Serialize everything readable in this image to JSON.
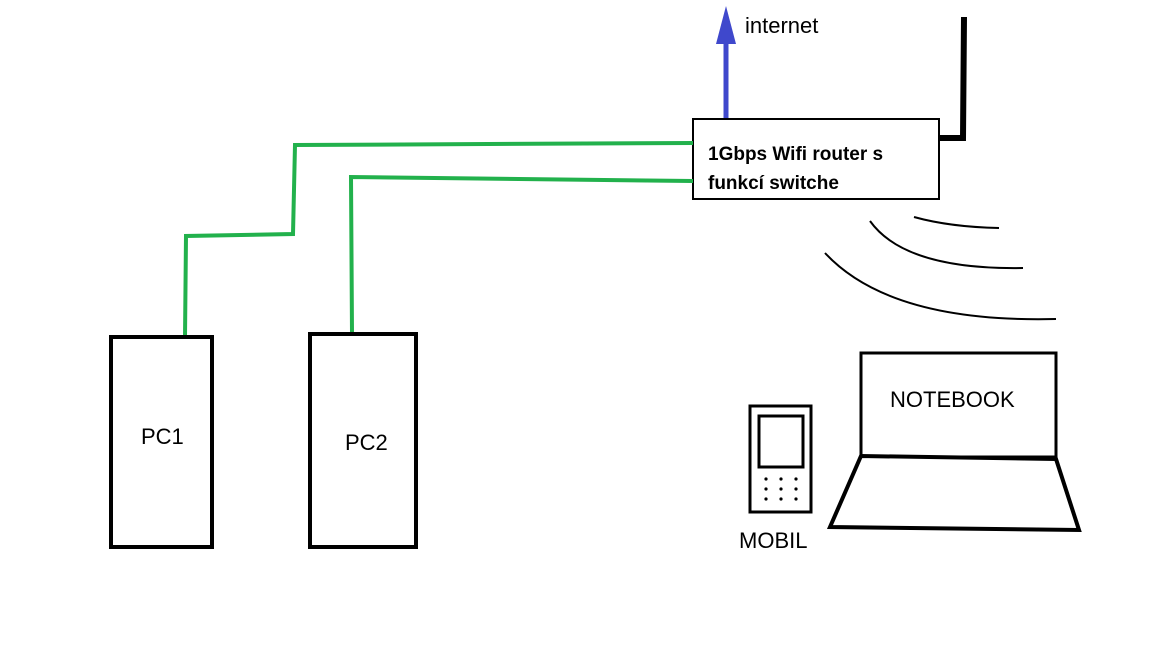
{
  "labels": {
    "internet": "internet",
    "router_line1": "1Gbps Wifi router s",
    "router_line2": "funkcí switche",
    "pc1": "PC1",
    "pc2": "PC2",
    "notebook": "NOTEBOOK",
    "mobil": "MOBIL"
  },
  "colors": {
    "cable": "#22b14c",
    "uplink": "#3f48cc",
    "outline": "#000000"
  }
}
